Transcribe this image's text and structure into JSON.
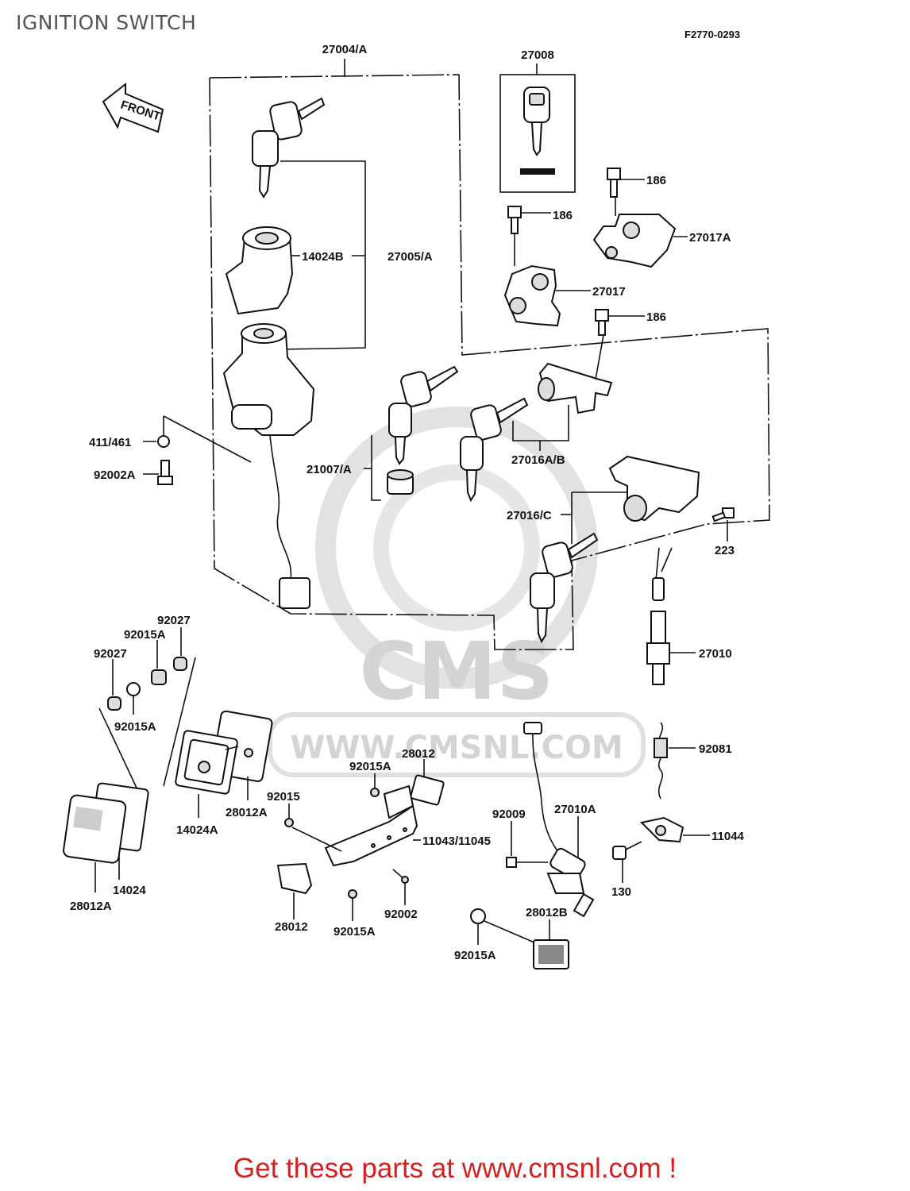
{
  "page": {
    "title": "IGNITION SWITCH",
    "figure_code": "F2770-0293",
    "footer_link": "Get these parts at www.cmsnl.com !"
  },
  "diagram": {
    "front_arrow": "FRONT",
    "watermark": {
      "brand": "CMS",
      "url": "WWW.CMSNL.COM"
    },
    "labels": {
      "p27004A": "27004/A",
      "p27008": "27008",
      "p186a": "186",
      "p186b": "186",
      "p186c": "186",
      "p27017A": "27017A",
      "p27017": "27017",
      "p14024B": "14024B",
      "p27005A": "27005/A",
      "p411_461": "411/461",
      "p92002A": "92002A",
      "p21007A": "21007/A",
      "p27016AB": "27016A/B",
      "p27016C": "27016/C",
      "p223": "223",
      "p92027a": "92027",
      "p92015Aa": "92015A",
      "p92027b": "92027",
      "p92015Ab": "92015A",
      "p27010": "27010",
      "p92081": "92081",
      "p28012a": "28012",
      "p92015Ac": "92015A",
      "p92015": "92015",
      "p14024A": "14024A",
      "p28012Aa": "28012A",
      "p11043": "11043/11045",
      "p92009": "92009",
      "p27010A": "27010A",
      "p11044": "11044",
      "p14024": "14024",
      "p28012Ab": "28012A",
      "p28012b": "28012",
      "p92015Ad": "92015A",
      "p92002": "92002",
      "p130": "130",
      "p28012B": "28012B",
      "p92015Ae": "92015A"
    }
  }
}
